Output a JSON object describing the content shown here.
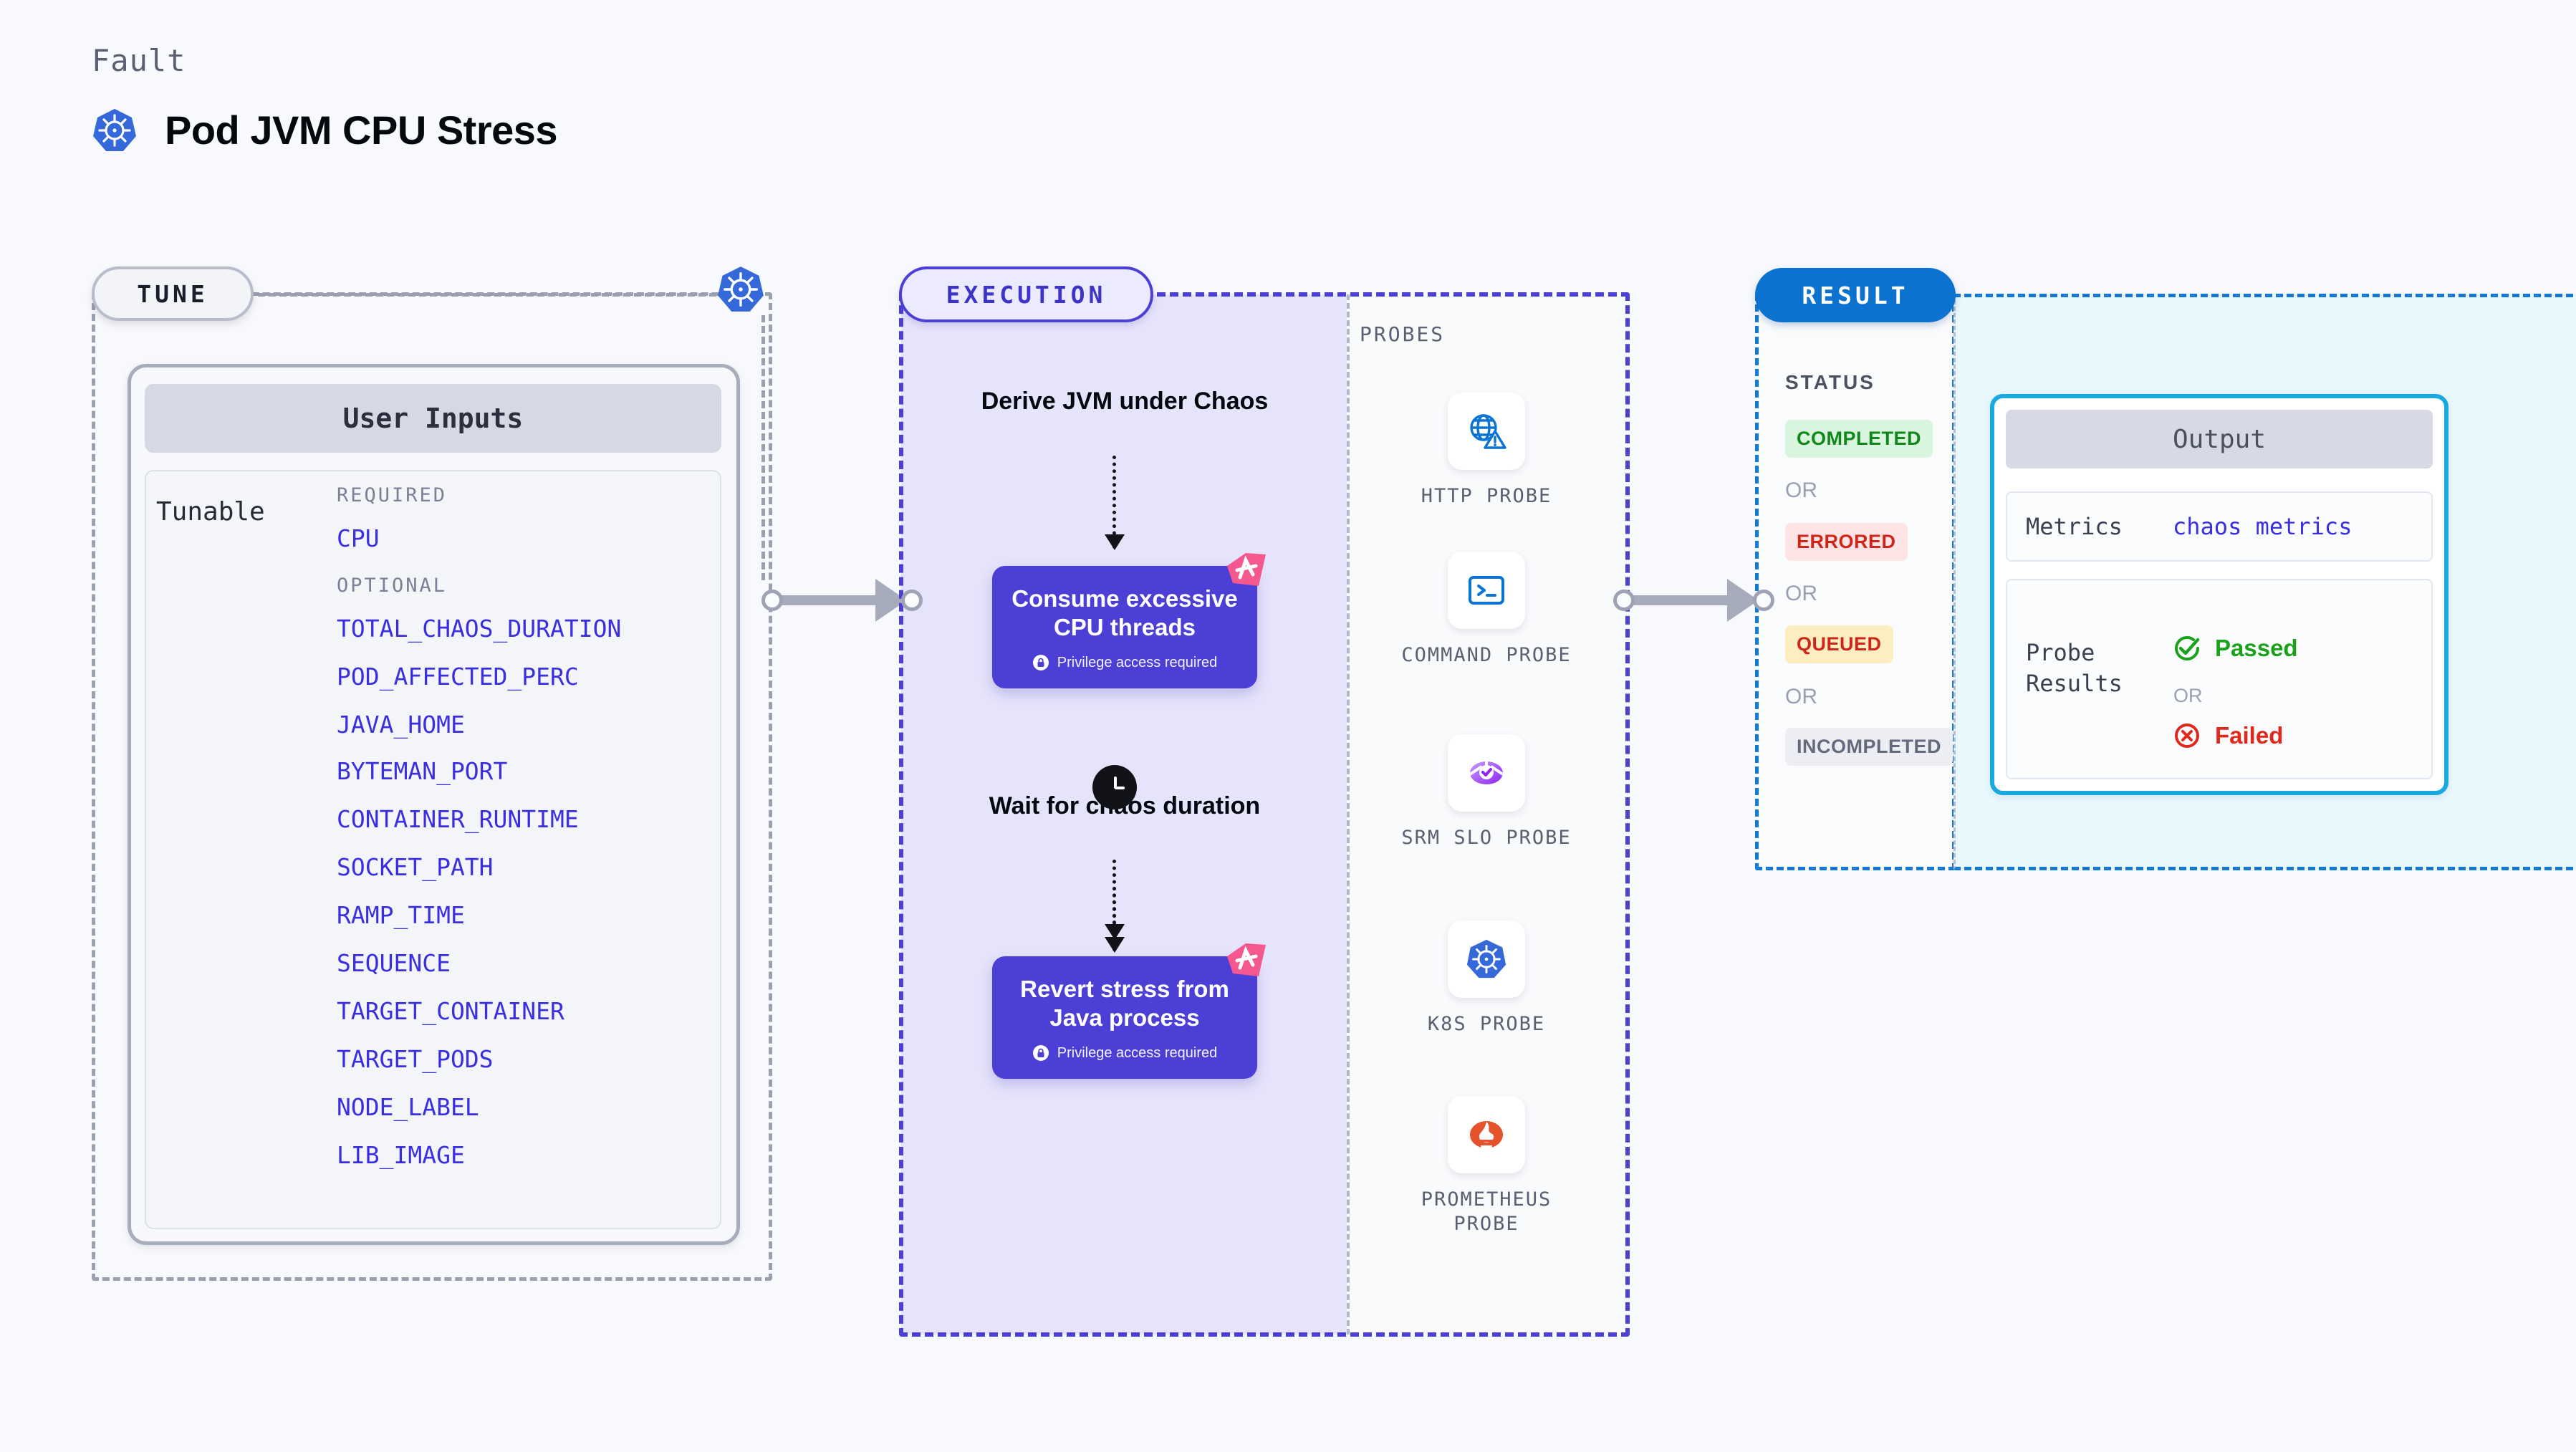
{
  "header": {
    "eyebrow": "Fault",
    "title": "Pod JVM CPU Stress",
    "icon": "kubernetes-icon"
  },
  "stages": {
    "tune": "TUNE",
    "execution": "EXECUTION",
    "result": "RESULT"
  },
  "tune": {
    "card_title": "User Inputs",
    "tunable_label": "Tunable",
    "required_label": "REQUIRED",
    "optional_label": "OPTIONAL",
    "required_params": [
      "CPU"
    ],
    "optional_params": [
      "TOTAL_CHAOS_DURATION",
      "POD_AFFECTED_PERC",
      "JAVA_HOME",
      "BYTEMAN_PORT",
      "CONTAINER_RUNTIME",
      "SOCKET_PATH",
      "RAMP_TIME",
      "SEQUENCE",
      "TARGET_CONTAINER",
      "TARGET_PODS",
      "NODE_LABEL",
      "LIB_IMAGE"
    ]
  },
  "execution": {
    "step_1": "Derive JVM under Chaos",
    "step_2_title": "Consume excessive CPU threads",
    "step_2_note": "Privilege access required",
    "step_3": "Wait for chaos duration",
    "step_4_title": "Revert stress from Java process",
    "step_4_note": "Privilege access required",
    "clock_icon": "clock-icon",
    "badge_icon": "litmus-mark-icon"
  },
  "probes": {
    "label": "PROBES",
    "items": [
      {
        "name": "HTTP PROBE",
        "icon": "globe-warning-icon"
      },
      {
        "name": "COMMAND PROBE",
        "icon": "terminal-icon"
      },
      {
        "name": "SRM SLO PROBE",
        "icon": "srm-slo-icon"
      },
      {
        "name": "K8S PROBE",
        "icon": "kubernetes-icon"
      },
      {
        "name": "PROMETHEUS PROBE",
        "icon": "prometheus-icon"
      }
    ]
  },
  "result": {
    "status_label": "STATUS",
    "or_label": "OR",
    "statuses": [
      {
        "text": "COMPLETED",
        "bg": "#d9f5dd",
        "fg": "#11861b"
      },
      {
        "text": "ERRORED",
        "bg": "#fbe4e3",
        "fg": "#cf251b"
      },
      {
        "text": "QUEUED",
        "bg": "#fdeec2",
        "fg": "#cf251b"
      },
      {
        "text": "INCOMPLETED",
        "bg": "#edeef4",
        "fg": "#636a7c"
      }
    ],
    "output": {
      "title": "Output",
      "metrics_key": "Metrics",
      "metrics_value": "chaos metrics",
      "probe_results_key": "Probe Results",
      "passed": "Passed",
      "or": "OR",
      "failed": "Failed",
      "passed_icon": "check-circle-icon",
      "failed_icon": "x-circle-icon"
    }
  },
  "colors": {
    "purple": "#4b3fd6",
    "blue": "#1279d4",
    "cyan": "#19a8e0",
    "pink": "#f4588f",
    "link": "#3a2fe0"
  }
}
